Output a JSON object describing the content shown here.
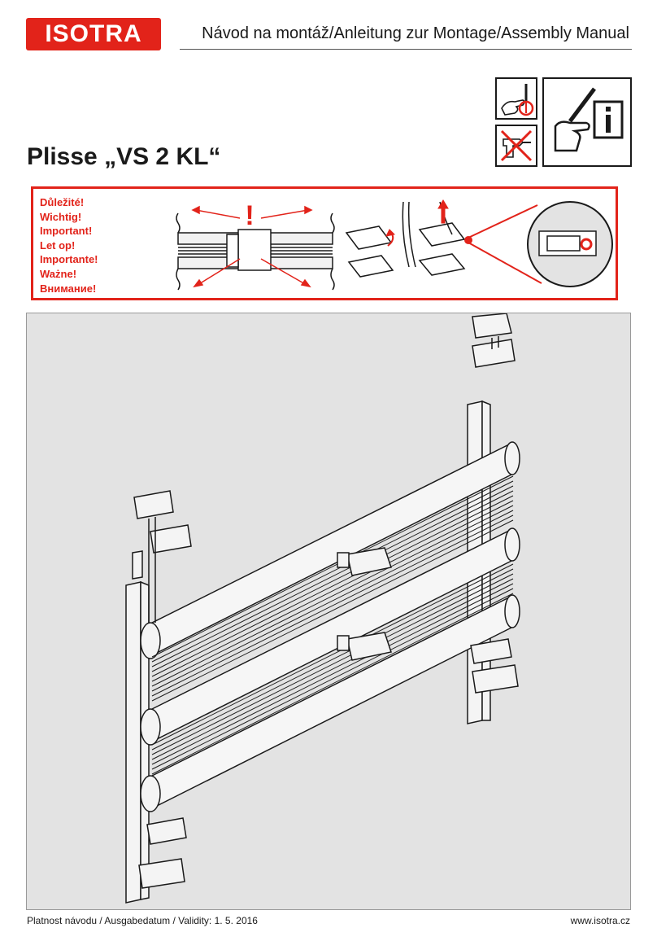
{
  "brand": {
    "logo_text": "ISOTRA",
    "accent_color": "#e2231a"
  },
  "header": {
    "title": "Návod na montáž/Anleitung zur Montage/Assembly Manual"
  },
  "product": {
    "title": "Plisse „VS 2 KL“"
  },
  "tool_icons": [
    "screwdriver-allowed-icon",
    "power-drill-forbidden-icon",
    "read-manual-info-icon"
  ],
  "warning": {
    "labels": [
      "Důležité!",
      "Wichtig!",
      "Important!",
      "Let op!",
      "Importante!",
      "Ważne!",
      "Внимание!"
    ],
    "exclamation": "!"
  },
  "footer": {
    "validity": "Platnost návodu / Ausgabedatum / Validity: 1. 5. 2016",
    "website": "www.isotra.cz"
  }
}
